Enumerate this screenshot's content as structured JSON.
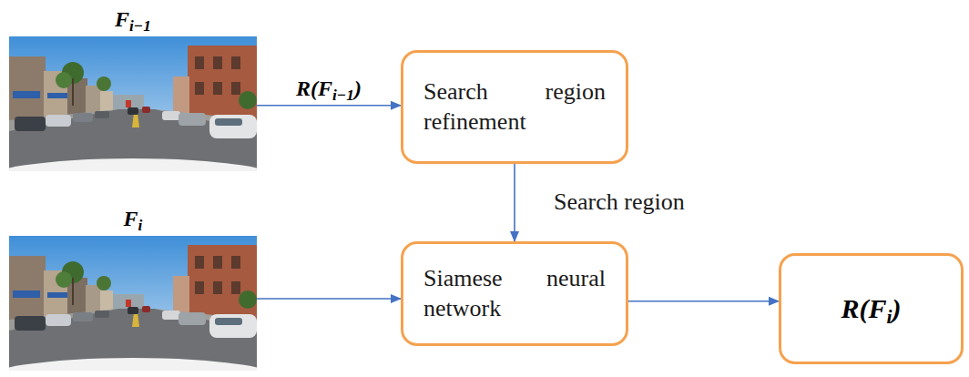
{
  "diagram": {
    "nodes": [
      {
        "text": [
          "Fi−1"
        ]
      },
      {
        "text": [
          "Search region refinement"
        ]
      },
      {
        "text": [
          "Fi"
        ]
      },
      {
        "text": [
          "Siamese neural network"
        ]
      },
      {
        "text": [
          "R(Fi)"
        ]
      }
    ],
    "edges": [
      {
        "from": 0,
        "to": 1,
        "arrow": "to",
        "label": "R(Fi−1)"
      },
      {
        "from": 1,
        "to": 3,
        "arrow": "to",
        "label": "Search region"
      },
      {
        "from": 2,
        "to": 3,
        "arrow": "to"
      },
      {
        "from": 3,
        "to": 4,
        "arrow": "to"
      }
    ]
  }
}
